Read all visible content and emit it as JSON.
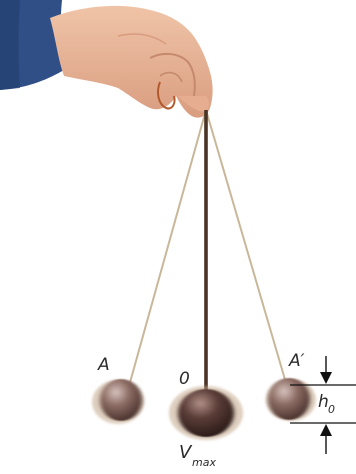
{
  "labels": {
    "left_position": "A",
    "center_position": "0",
    "right_position": "A′",
    "height_main": "h",
    "height_sub": "0",
    "velocity_main": "V",
    "velocity_sub": "max"
  },
  "colors": {
    "skin": "#e9b79a",
    "sleeve": "#2f4f86",
    "string_light": "#c9b79a",
    "string_dark": "#4a3426",
    "ball": "#6b4d46",
    "ball_blur": "#c4a98c"
  },
  "icons": {
    "top_arrow": "arrow-down-icon",
    "bottom_arrow": "arrow-up-icon"
  }
}
